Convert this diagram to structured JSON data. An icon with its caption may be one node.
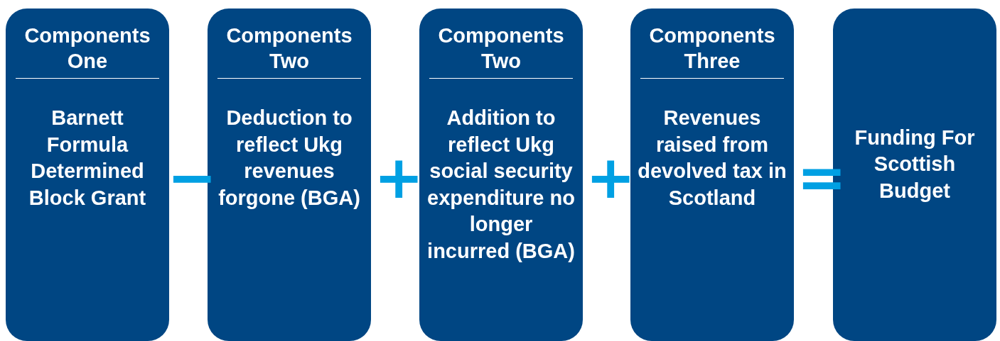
{
  "diagram": {
    "nodes": [
      {
        "text": [
          "Components One",
          "Barnett Formula Determined Block Grant"
        ]
      },
      {
        "text": [
          "Components Two",
          "Deduction to reflect Ukg revenues forgone (BGA)"
        ]
      },
      {
        "text": [
          "Components Two",
          "Addition to reflect Ukg social security expenditure no longer incurred (BGA)"
        ]
      },
      {
        "text": [
          "Components Three",
          "Revenues raised from devolved tax in Scotland"
        ]
      },
      {
        "text": [
          "Funding For Scottish Budget"
        ]
      }
    ],
    "labels": [
      "−",
      "+",
      "+",
      "="
    ]
  }
}
